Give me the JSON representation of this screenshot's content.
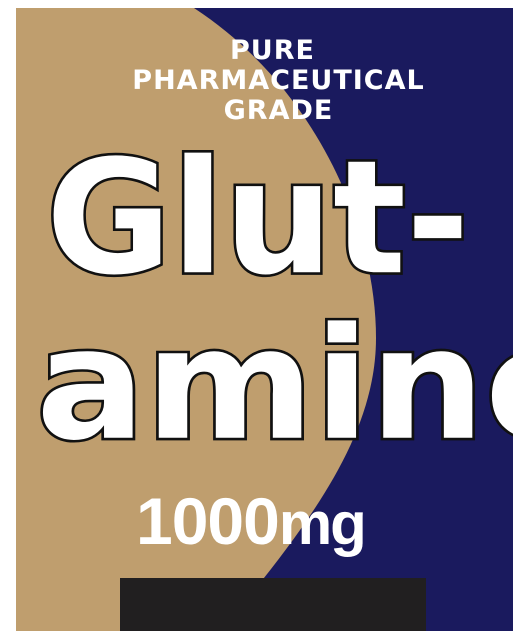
{
  "colors": {
    "navy": "#1a1a5e",
    "tan": "#bf9e6e",
    "white": "#ffffff",
    "black": "#211f20"
  },
  "label": {
    "tagline": [
      "PURE",
      "PHARMACEUTICAL",
      "GRADE"
    ],
    "product_line1": "Glut-",
    "product_line2": "amine",
    "dose_number": "1000",
    "dose_unit": "mg"
  }
}
